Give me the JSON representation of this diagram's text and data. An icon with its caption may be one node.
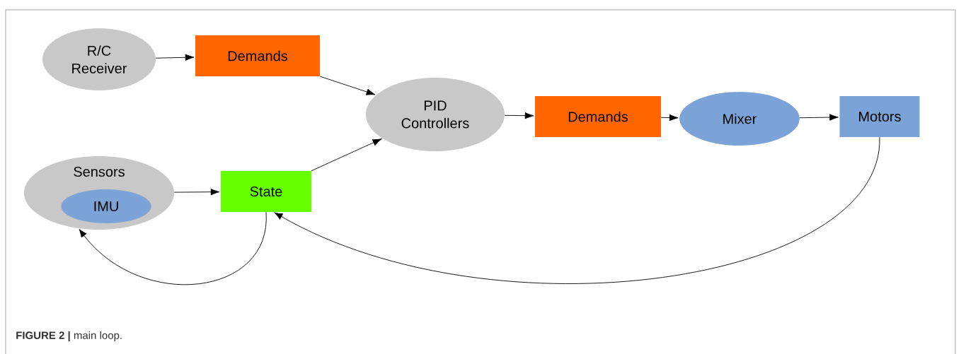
{
  "diagram": {
    "caption": "**FIGURE 2 |** main loop.",
    "nodes": [
      {
        "text": [
          "R/C Receiver"
        ]
      },
      {
        "text": [
          "Demands"
        ]
      },
      {
        "text": [
          "PID Controllers"
        ]
      },
      {
        "text": [
          "Demands"
        ]
      },
      {
        "text": [
          "Mixer"
        ]
      },
      {
        "text": [
          "Motors"
        ]
      },
      {
        "text": [
          "Sensors"
        ]
      },
      {
        "text": [
          "IMU"
        ],
        "in": 6
      },
      {
        "text": [
          "State"
        ]
      }
    ],
    "edges": [
      {
        "from": 0,
        "to": 1,
        "arrow": "to"
      },
      {
        "from": 1,
        "to": 2,
        "arrow": "to"
      },
      {
        "from": 8,
        "to": 2,
        "arrow": "to"
      },
      {
        "from": 2,
        "to": 3,
        "arrow": "to"
      },
      {
        "from": 3,
        "to": 4,
        "arrow": "to"
      },
      {
        "from": 4,
        "to": 5,
        "arrow": "to"
      },
      {
        "from": 6,
        "to": 8,
        "arrow": "to"
      },
      {
        "from": 8,
        "to": 6,
        "arrow": "to"
      },
      {
        "from": 5,
        "to": 8,
        "arrow": "to"
      }
    ]
  }
}
